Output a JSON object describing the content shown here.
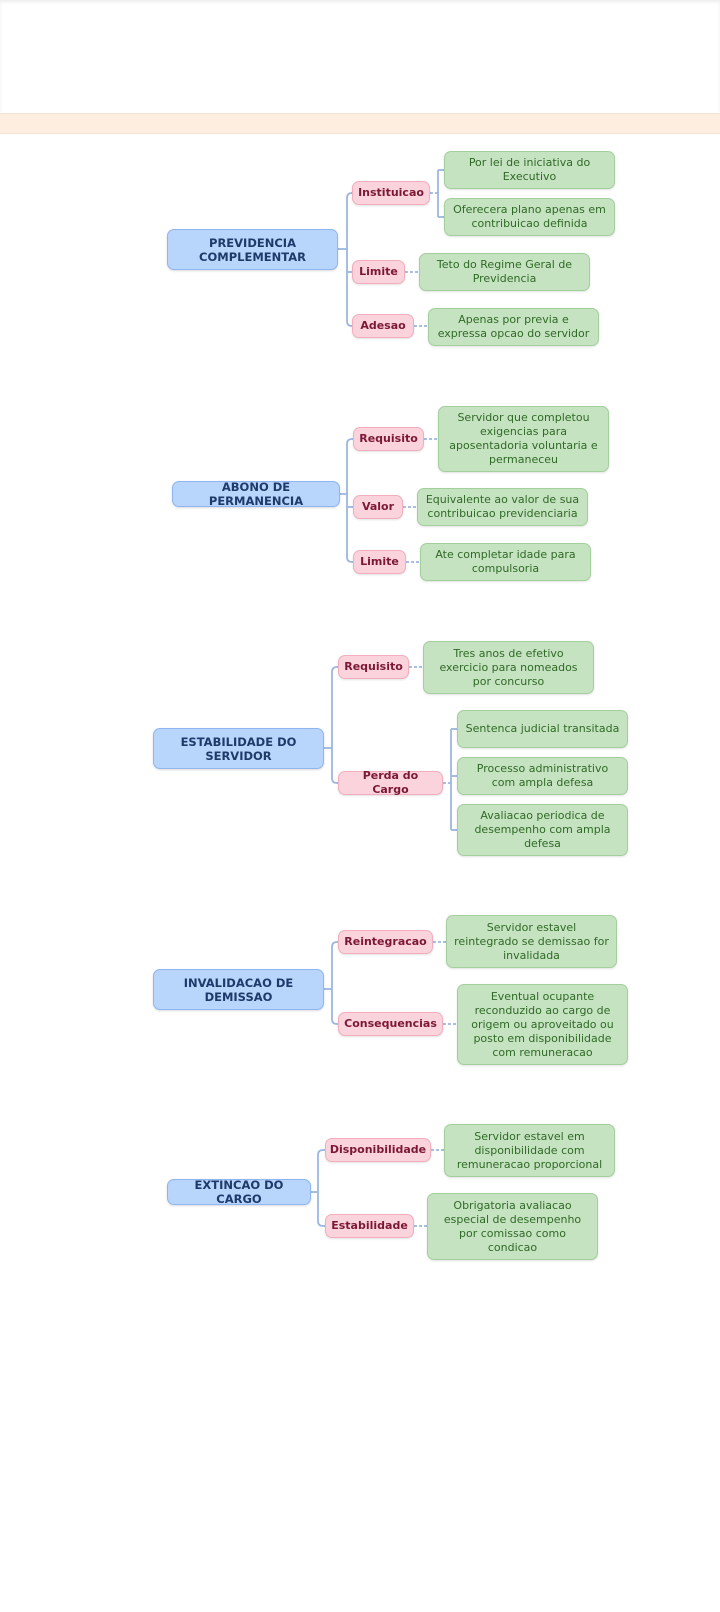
{
  "colors": {
    "root_fill": "#b8d5fb",
    "branch_fill": "#fbd3dc",
    "leaf_fill": "#c6e3c1",
    "connector": "#9db6e0"
  },
  "mindmaps": [
    {
      "root": "PREVIDENCIA COMPLEMENTAR",
      "branches": [
        {
          "label": "Instituicao",
          "leaves": [
            "Por lei de iniciativa do Executivo",
            "Oferecera plano apenas em contribuicao definida"
          ]
        },
        {
          "label": "Limite",
          "leaves": [
            "Teto do Regime Geral de Previdencia"
          ]
        },
        {
          "label": "Adesao",
          "leaves": [
            "Apenas por previa e expressa opcao do servidor"
          ]
        }
      ]
    },
    {
      "root": "ABONO DE PERMANENCIA",
      "branches": [
        {
          "label": "Requisito",
          "leaves": [
            "Servidor que completou exigencias para aposentadoria voluntaria e permaneceu"
          ]
        },
        {
          "label": "Valor",
          "leaves": [
            "Equivalente ao valor de sua contribuicao previdenciaria"
          ]
        },
        {
          "label": "Limite",
          "leaves": [
            "Ate completar idade para compulsoria"
          ]
        }
      ]
    },
    {
      "root": "ESTABILIDADE DO SERVIDOR",
      "branches": [
        {
          "label": "Requisito",
          "leaves": [
            "Tres anos de efetivo exercicio para nomeados por concurso"
          ]
        },
        {
          "label": "Perda do Cargo",
          "leaves": [
            "Sentenca judicial transitada",
            "Processo administrativo com ampla defesa",
            "Avaliacao periodica de desempenho com ampla defesa"
          ]
        }
      ]
    },
    {
      "root": "INVALIDACAO DE DEMISSAO",
      "branches": [
        {
          "label": "Reintegracao",
          "leaves": [
            "Servidor estavel reintegrado se demissao for invalidada"
          ]
        },
        {
          "label": "Consequencias",
          "leaves": [
            "Eventual ocupante reconduzido ao cargo de origem ou aproveitado ou posto em disponibilidade com remuneracao"
          ]
        }
      ]
    },
    {
      "root": "EXTINCAO DO CARGO",
      "branches": [
        {
          "label": "Disponibilidade",
          "leaves": [
            "Servidor estavel em disponibilidade com remuneracao proporcional"
          ]
        },
        {
          "label": "Estabilidade",
          "leaves": [
            "Obrigatoria avaliacao especial de desempenho por comissao como condicao"
          ]
        }
      ]
    }
  ]
}
